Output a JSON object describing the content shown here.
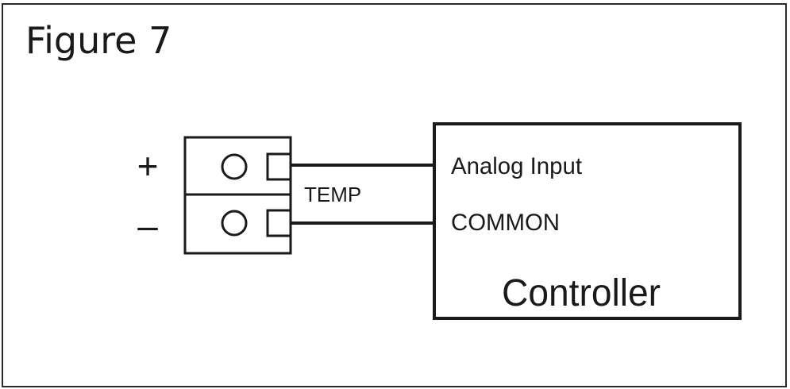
{
  "figure": {
    "title": "Figure 7"
  },
  "terminal": {
    "plus_symbol": "+",
    "minus_symbol": "–",
    "wire_label": "TEMP"
  },
  "controller": {
    "label": "Controller",
    "inputs": [
      "Analog Input",
      "COMMON"
    ]
  }
}
